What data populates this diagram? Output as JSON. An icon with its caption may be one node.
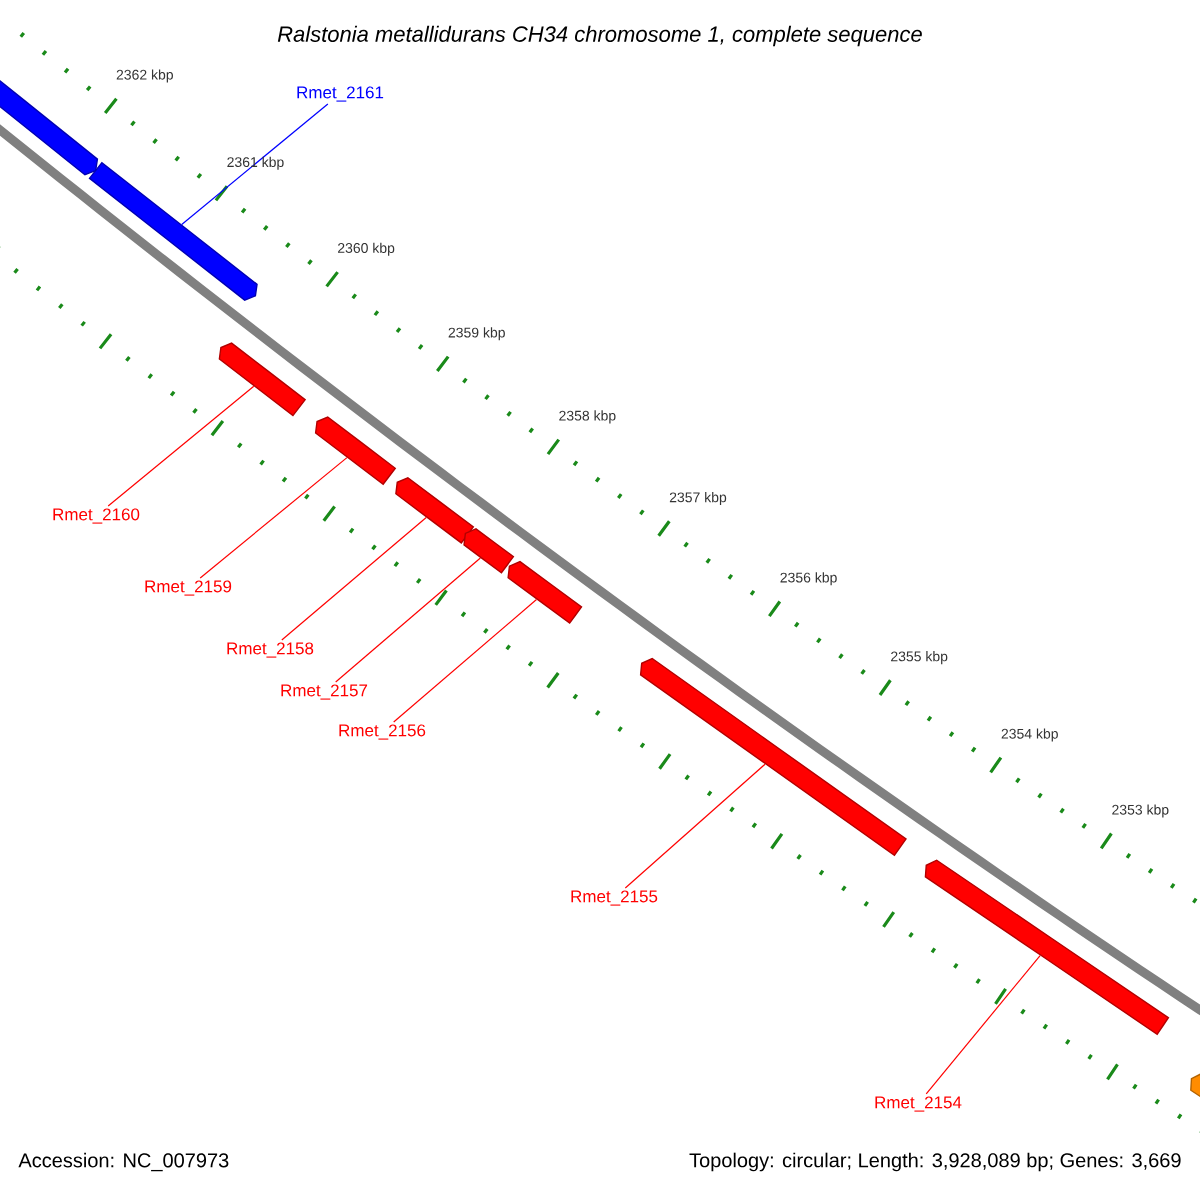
{
  "diagram": {
    "title": "Ralstonia metallidurans CH34 chromosome 1, complete sequence",
    "nodes": [
      {
        "text": [],
        "shape": "bar"
      },
      {
        "text": [],
        "shape": "bar"
      },
      {
        "text": [
          "Rmet_2161"
        ]
      },
      {
        "text": [],
        "shape": "bar"
      },
      {
        "text": [],
        "shape": "bar"
      },
      {
        "text": [],
        "shape": "bar"
      },
      {
        "text": [],
        "shape": "bar"
      },
      {
        "text": [],
        "shape": "bar"
      },
      {
        "text": [],
        "shape": "bar"
      },
      {
        "text": [],
        "shape": "bar"
      },
      {
        "text": [
          "Rmet_2160"
        ]
      },
      {
        "text": [
          "Rmet_2159"
        ]
      },
      {
        "text": [
          "Rmet_2158"
        ]
      },
      {
        "text": [
          "Rmet_2157"
        ]
      },
      {
        "text": [
          "Rmet_2156"
        ]
      },
      {
        "text": [
          "Rmet_2155"
        ]
      },
      {
        "text": [
          "Rmet_2154"
        ]
      },
      {
        "text": [],
        "shape": "bar"
      }
    ],
    "edges": [
      {
        "from": 2,
        "to": 1,
        "arrow": "none",
        "color": "#0000ff"
      },
      {
        "from": 10,
        "to": 3,
        "arrow": "none"
      },
      {
        "from": 11,
        "to": 4,
        "arrow": "none"
      },
      {
        "from": 12,
        "to": 5,
        "arrow": "none"
      },
      {
        "from": 13,
        "to": 6,
        "arrow": "none"
      },
      {
        "from": 14,
        "to": 7,
        "arrow": "none"
      },
      {
        "from": 15,
        "to": 8,
        "arrow": "none"
      },
      {
        "from": 16,
        "to": 9,
        "arrow": "none"
      }
    ],
    "labels": [
      "2362 kbp",
      "2361 kbp",
      "2360 kbp",
      "2359 kbp",
      "2358 kbp",
      "2357 kbp",
      "2356 kbp",
      "2355 kbp",
      "2354 kbp",
      "2353 kbp",
      "Accession: NC_007973",
      "Topology: circular; Length: 3,928,089 bp; Genes: 3,669"
    ]
  }
}
